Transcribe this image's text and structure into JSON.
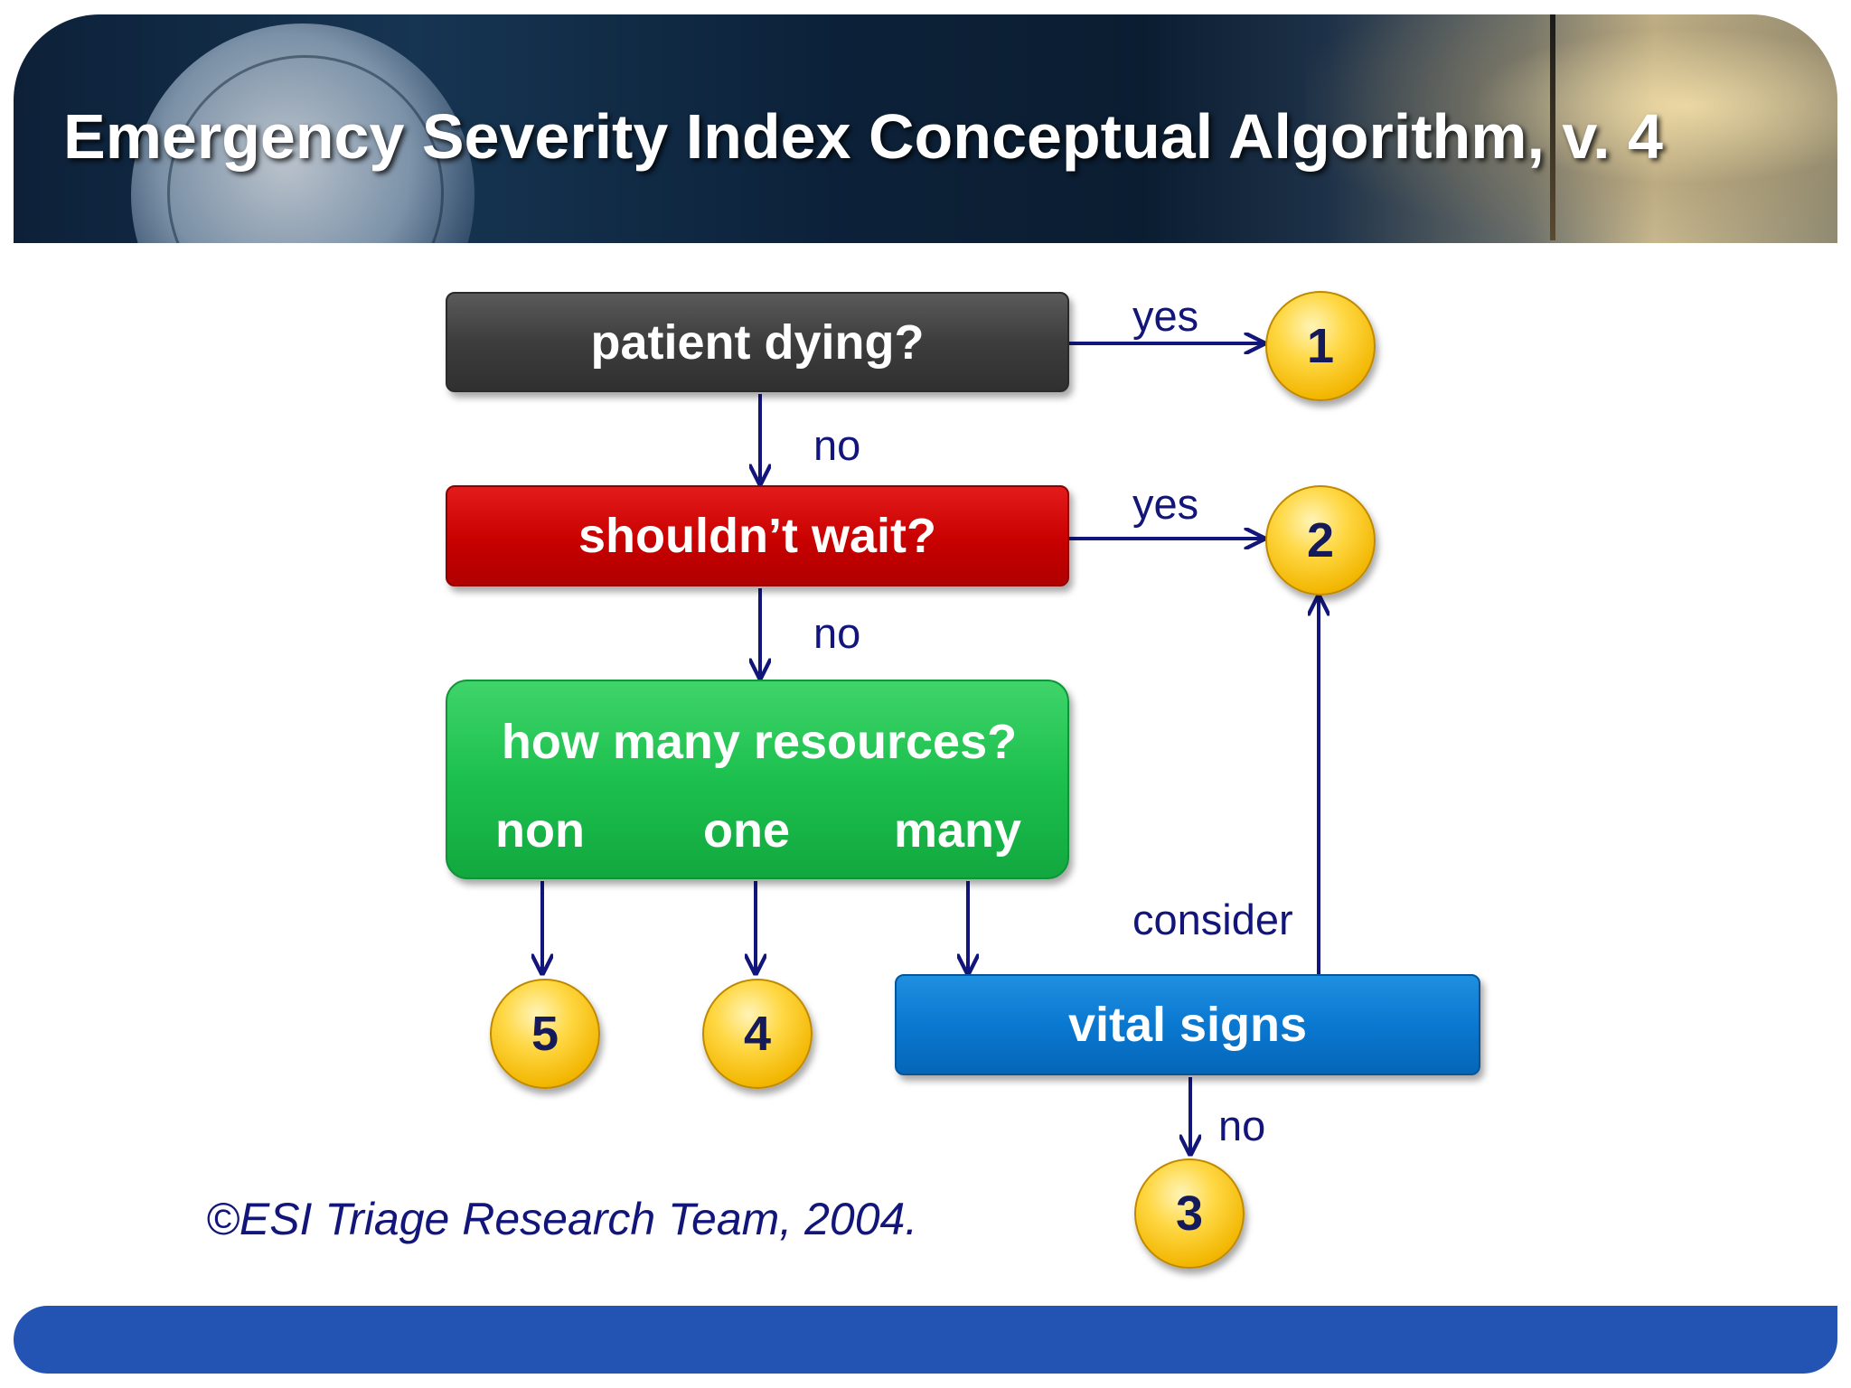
{
  "header": {
    "title": "Emergency Severity Index Conceptual Algorithm, v. 4"
  },
  "flow": {
    "dying": "patient dying?",
    "wait": "shouldn’t wait?",
    "resources": {
      "question": "how many resources?",
      "none": "non",
      "one": "one",
      "many": "many"
    },
    "vitals": "vital signs"
  },
  "levels": {
    "l1": "1",
    "l2": "2",
    "l3": "3",
    "l4": "4",
    "l5": "5"
  },
  "edges": {
    "yes1": "yes",
    "no1": "no",
    "yes2": "yes",
    "no2": "no",
    "consider": "consider",
    "no3": "no"
  },
  "footer": {
    "copyright": "©ESI Triage Research Team, 2004."
  },
  "colors": {
    "dying_box": "#3d3d3d",
    "wait_box": "#c80000",
    "resources_box": "#1cc04e",
    "vitals_box": "#0a78d0",
    "level_circle": "#ffd845",
    "arrow": "#12167a",
    "footer_bar": "#2454b3"
  }
}
